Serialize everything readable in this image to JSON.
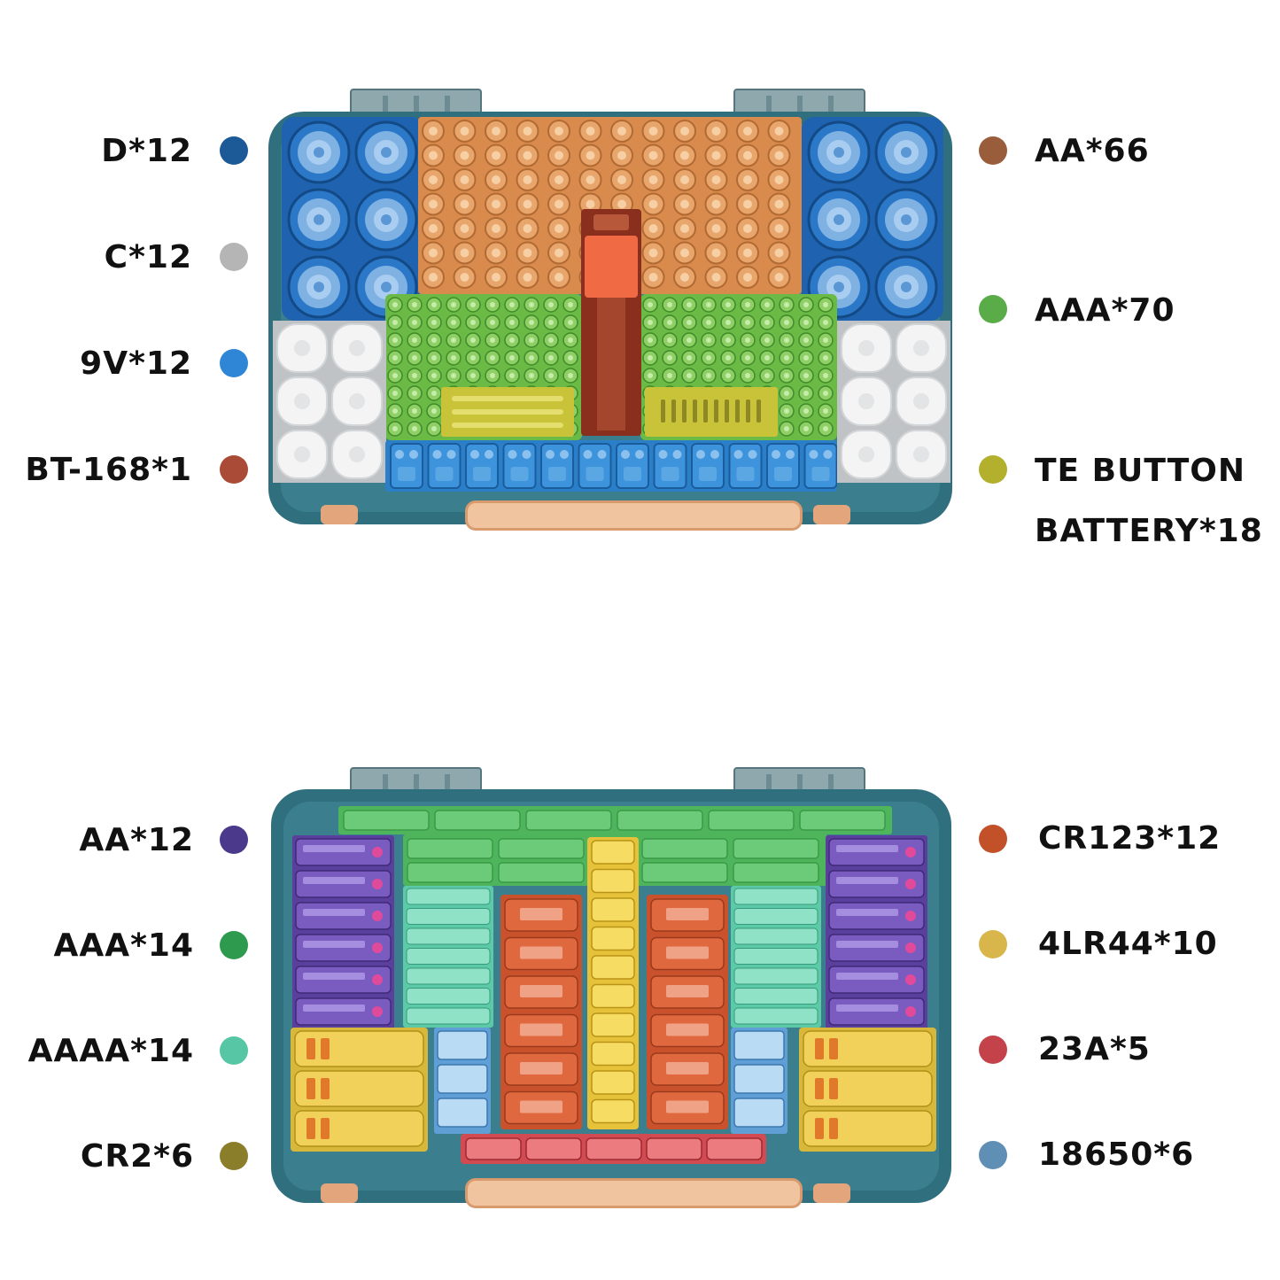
{
  "top_panel": {
    "left_labels": [
      {
        "text": "D*12",
        "color": "#1b5a96"
      },
      {
        "text": "C*12",
        "color": "#b5b5b5"
      },
      {
        "text": "9V*12",
        "color": "#2f86d6"
      },
      {
        "text": "BT-168*1",
        "color": "#a94b36"
      }
    ],
    "right_labels": [
      {
        "text": "AA*66",
        "color": "#9a5d3b"
      },
      {
        "text": "AAA*70",
        "color": "#5aac48"
      },
      {
        "text": "TE BUTTON",
        "text2": "BATTERY*18",
        "color": "#b3b02d"
      }
    ]
  },
  "bottom_panel": {
    "left_labels": [
      {
        "text": "AA*12",
        "color": "#4b3a8c"
      },
      {
        "text": "AAA*14",
        "color": "#2d9a4e"
      },
      {
        "text": "AAAA*14",
        "color": "#56c6a4"
      },
      {
        "text": "CR2*6",
        "color": "#8a7e2a"
      }
    ],
    "right_labels": [
      {
        "text": "CR123*12",
        "color": "#c25029"
      },
      {
        "text": "4LR44*10",
        "color": "#d9b64c"
      },
      {
        "text": "23A*5",
        "color": "#c4434a"
      },
      {
        "text": "18650*6",
        "color": "#5f8fb4"
      }
    ]
  }
}
